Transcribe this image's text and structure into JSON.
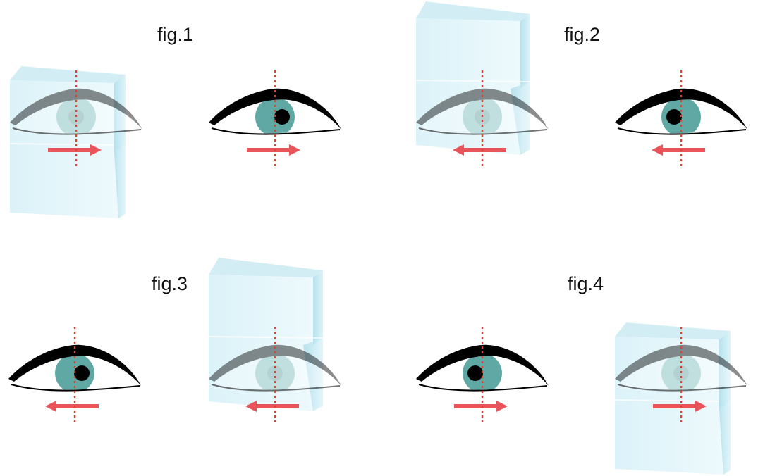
{
  "figures": [
    {
      "label": "fig.1",
      "eyes": [
        {
          "pupil": "center",
          "arrow": "right",
          "prism": "base-down"
        },
        {
          "pupil": "right",
          "arrow": "right",
          "prism": "none"
        }
      ]
    },
    {
      "label": "fig.2",
      "eyes": [
        {
          "pupil": "center",
          "arrow": "left",
          "prism": "base-up"
        },
        {
          "pupil": "left",
          "arrow": "left",
          "prism": "none"
        }
      ]
    },
    {
      "label": "fig.3",
      "eyes": [
        {
          "pupil": "right",
          "arrow": "left",
          "prism": "none"
        },
        {
          "pupil": "center",
          "arrow": "left",
          "prism": "base-up"
        }
      ]
    },
    {
      "label": "fig.4",
      "eyes": [
        {
          "pupil": "left",
          "arrow": "right",
          "prism": "none"
        },
        {
          "pupil": "center",
          "arrow": "right",
          "prism": "base-down"
        }
      ]
    }
  ],
  "colors": {
    "iris": "#5fa8a3",
    "pupil": "#000000",
    "lid": "#000000",
    "arrow": "#e8545a",
    "midline": "#d9442e",
    "prism_front": "#d6f1f7",
    "prism_top": "#bfe6f0",
    "prism_side": "#a9dbe8"
  }
}
